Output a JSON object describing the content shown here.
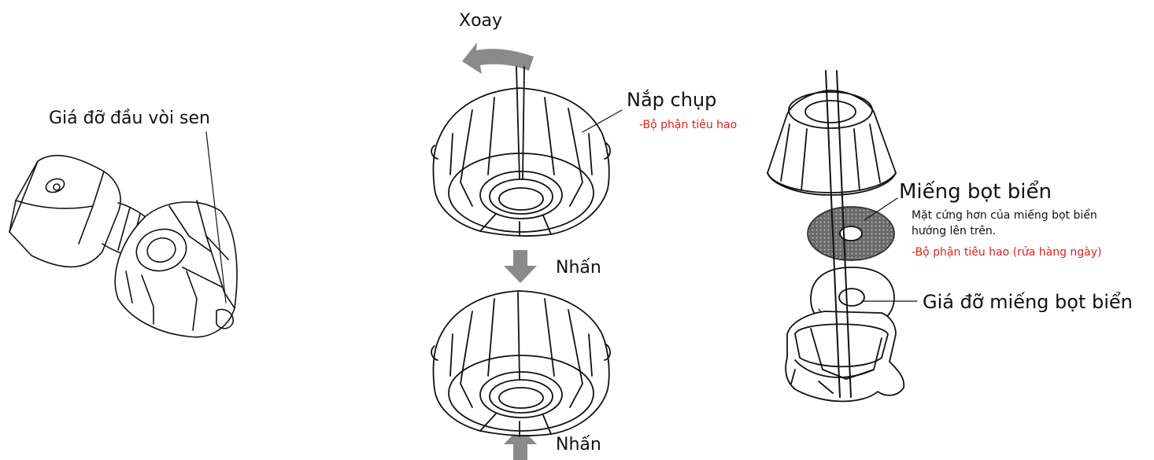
{
  "labels": {
    "shower_holder": "Giá đỡ đầu vòi sen",
    "rotate": "Xoay",
    "cap": "Nắp chụp",
    "cap_consumable": "-Bộ phận tiêu hao",
    "press_top": "Nhấn",
    "press_bottom": "Nhấn",
    "sponge": "Miếng bọt biển",
    "sponge_note_1": "Mặt cứng hơn của miếng bọt biển",
    "sponge_note_2": "hướng lên trên.",
    "sponge_consumable": "-Bộ phận tiêu hao (rửa hàng ngày)",
    "sponge_holder": "Giá đỡ miếng bọt biển"
  },
  "colors": {
    "line": "#111111",
    "accent_red": "#d6241f",
    "arrow_gray": "#8a8a8a",
    "sponge_gray": "#5a5a5a"
  }
}
